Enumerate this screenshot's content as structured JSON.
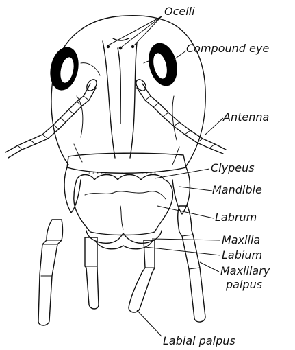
{
  "labels": {
    "ocelli": "Ocelli",
    "compound_eye": "Compound eye",
    "antenna": "Antenna",
    "clypeus": "Clypeus",
    "mandible": "Mandible",
    "labrum": "Labrum",
    "maxilla": "Maxilla",
    "labium": "Labium",
    "maxillary_palpus_line1": "Maxillary",
    "maxillary_palpus_line2": "palpus",
    "labial_palpus": "Labial palpus"
  }
}
